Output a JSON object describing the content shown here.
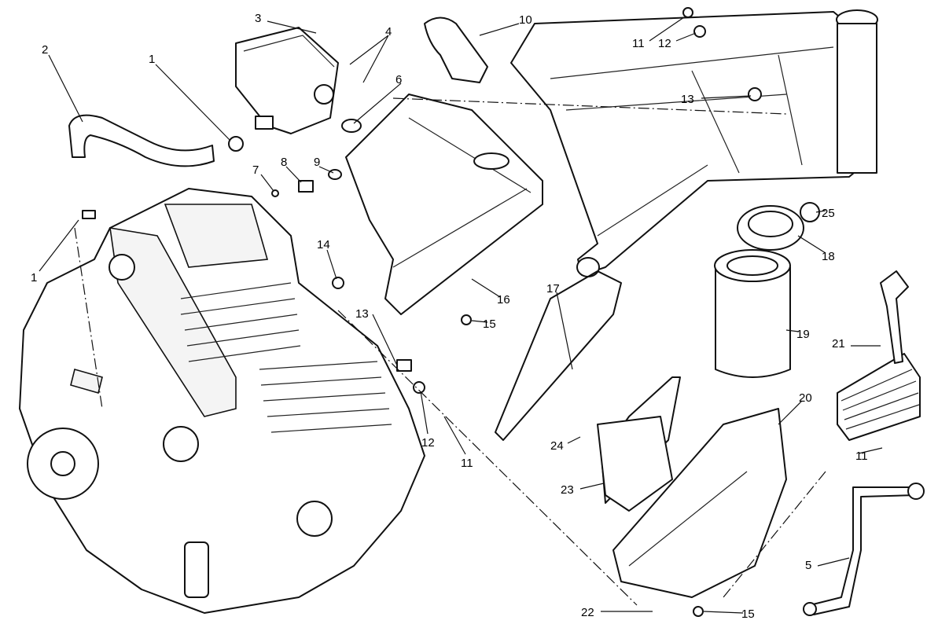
{
  "title": "Air intake / oil breather exploded parts diagram",
  "callouts": [
    "3",
    "4",
    "10",
    "11",
    "12",
    "2",
    "1",
    "6",
    "13",
    "7",
    "8",
    "9",
    "25",
    "1",
    "14",
    "18",
    "17",
    "16",
    "13",
    "15",
    "19",
    "21",
    "20",
    "12",
    "11",
    "24",
    "11",
    "23",
    "5",
    "22",
    "15"
  ]
}
